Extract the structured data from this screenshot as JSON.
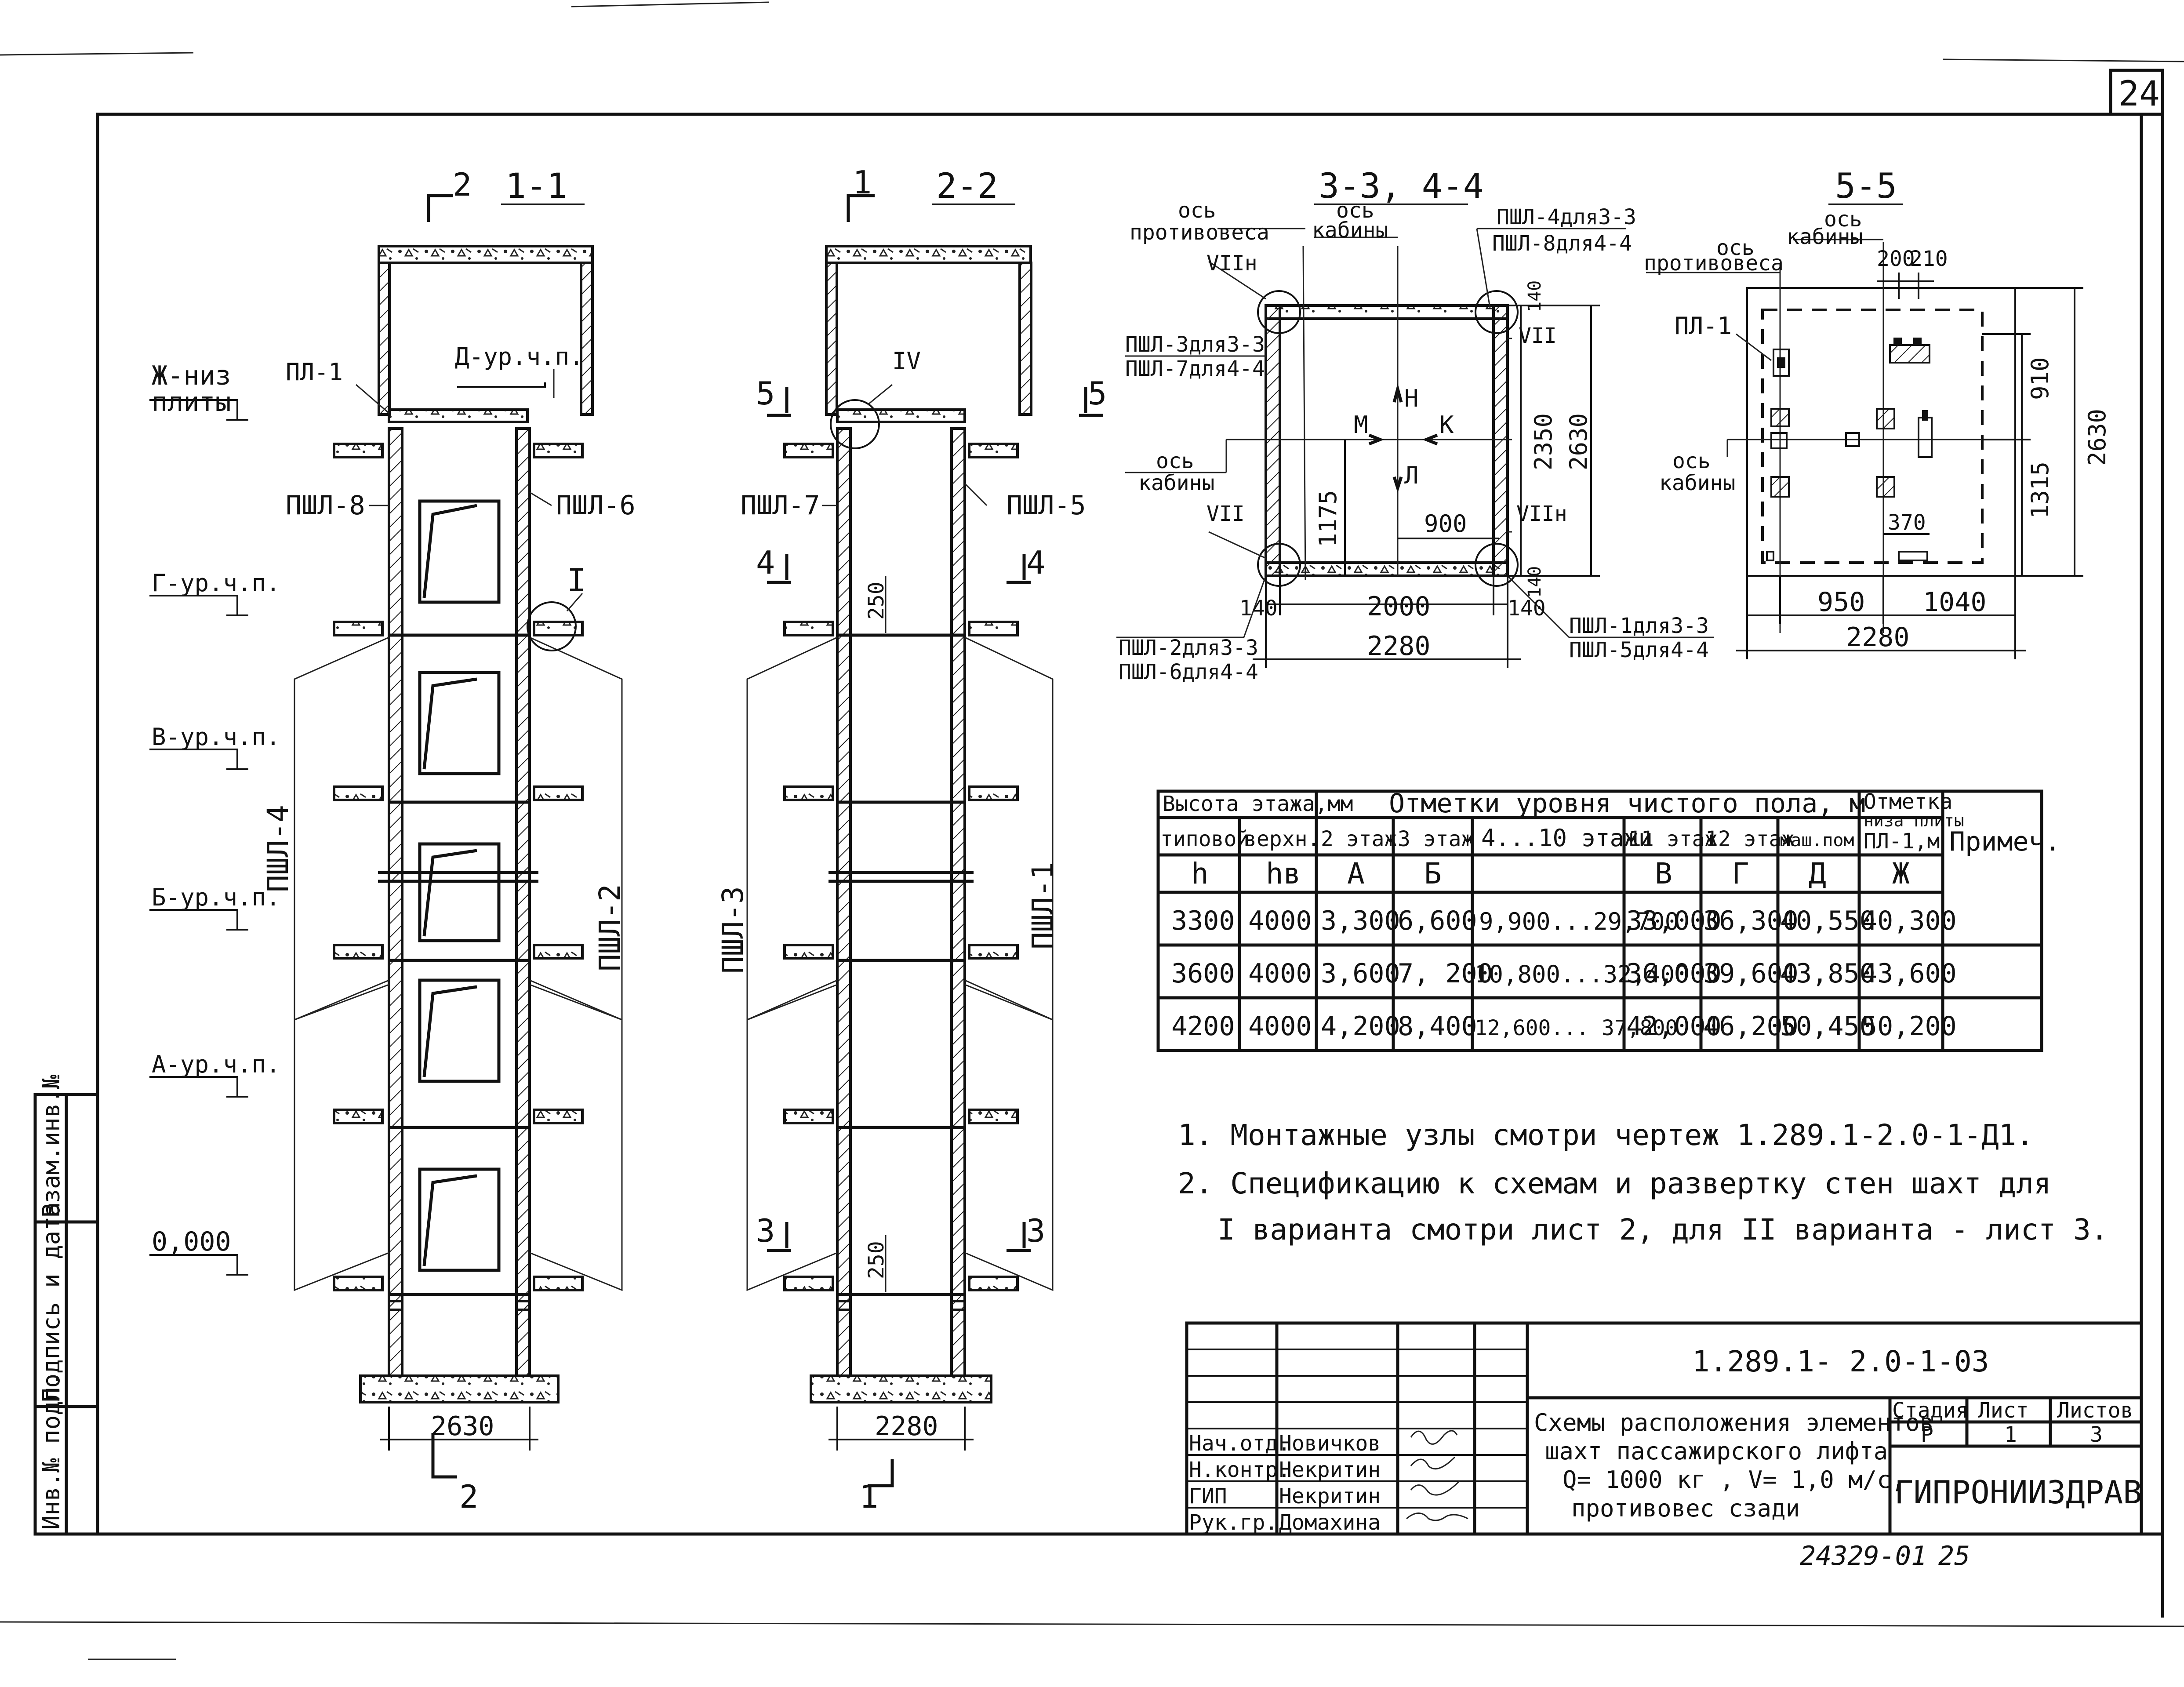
{
  "sheet_number": "24",
  "archive_number": "24329-01",
  "archive_page": "25",
  "section_titles": {
    "s11": "1-1",
    "s22": "2-2",
    "s33": "3-3, 4-4",
    "s55": "5-5"
  },
  "cut_marks": {
    "m2": "2",
    "m1": "1",
    "m5": "5",
    "m4": "4",
    "m3": "3"
  },
  "levels": [
    "Ж-низ",
    "плиты",
    "Д-ур.ч.п.",
    "Г-ур.ч.п.",
    "В-ур.ч.п.",
    "Б-ур.ч.п.",
    "А-ур.ч.п.",
    "0,000"
  ],
  "elements": {
    "pl1": "ПЛ-1",
    "pshl8": "ПШЛ-8",
    "pshl6": "ПШЛ-6",
    "pshl7": "ПШЛ-7",
    "pshl5": "ПШЛ-5",
    "pshl4": "ПШЛ-4",
    "pshl2": "ПШЛ-2",
    "pshl3": "ПШЛ-3",
    "pshl1": "ПШЛ-1",
    "node1": "I",
    "node4": "IV"
  },
  "dims": {
    "w2630": "2630",
    "w2280": "2280",
    "d250": "250",
    "d2000": "2000",
    "d140": "140",
    "d140b": "140",
    "d2350": "2350",
    "d2630": "2630",
    "d1175": "1175",
    "d900": "900",
    "d140c": "140",
    "d140d": "140",
    "d200": "200",
    "d210": "210",
    "d910": "910",
    "d1315": "1315",
    "d370": "370",
    "d950": "950",
    "d1040": "1040",
    "d2280b": "2280",
    "d2630b": "2630"
  },
  "plan_labels": {
    "os_protiv": "ось",
    "protivovesa": "противовеса",
    "os_kab": "ось",
    "kabiny": "кабины",
    "os_kab2": "ось",
    "kabiny2": "кабины",
    "pshl4_33": "ПШЛ-4для3-3",
    "pshl8_44": "ПШЛ-8для4-4",
    "pshl3_33": "ПШЛ-3для3-3",
    "pshl7_44": "ПШЛ-7для4-4",
    "pshl2_33": "ПШЛ-2для3-3",
    "pshl6_44": "ПШЛ-6для4-4",
    "pshl1_33": "ПШЛ-1для3-3",
    "pshl5_44": "ПШЛ-5для4-4",
    "node7n": "VIIн",
    "node7": "VII",
    "node7b": "VII",
    "node7n2": "VIIн",
    "M": "М",
    "K": "К",
    "N": "Н",
    "L": "Л"
  },
  "plan55_labels": {
    "os1": "ось",
    "kab1": "кабины",
    "os2": "ось",
    "protiv": "противовеса",
    "pl1": "ПЛ-1",
    "os3": "ось",
    "kab3": "кабины"
  },
  "table": {
    "h1": "Высота этажа,мм",
    "h2": "Отметки уровня чистого пола, м",
    "h3a": "Отметка",
    "h3b": "низа плиты",
    "h4": "Примеч.",
    "sub": [
      "типовой",
      "верхн.",
      "2 этаж",
      "3 этаж",
      "4...10 этажи",
      "11 этаж",
      "12 этаж",
      "маш.пом.",
      "ПЛ-1,м"
    ],
    "sym": [
      "h",
      "hв",
      "А",
      "Б",
      "",
      "В",
      "Г",
      "Д",
      "Ж"
    ],
    "rows": [
      [
        "3300",
        "4000",
        "3,300",
        "6,600",
        "9,900...29,700",
        "33,000",
        "36,300",
        "40,550",
        "40,300"
      ],
      [
        "3600",
        "4000",
        "3,600",
        "7, 200",
        "10,800...32,400",
        "36,000",
        "39,600",
        "43,850",
        "43,600"
      ],
      [
        "4200",
        "4000",
        "4,200",
        "8,400",
        "12,600... 37,800",
        "42,000",
        "46,200",
        "50,450",
        "50,200"
      ]
    ]
  },
  "notes": [
    "1. Монтажные узлы смотри чертеж 1.289.1-2.0-1-Д1.",
    "2. Спецификацию к схемам и развертку стен шахт для",
    "I варианта смотри лист 2, для II варианта - лист 3."
  ],
  "stamp": {
    "code": "1.289.1- 2.0-1-03",
    "title": [
      "Схемы расположения элементов",
      "шахт пассажирского лифта",
      "Q= 1000 кг , V= 1,0 м/с,",
      "противовес сзади"
    ],
    "stadiya_h": "Стадия",
    "list_h": "Лист",
    "listov_h": "Листов",
    "stadiya": "Р",
    "list": "1",
    "listov": "3",
    "org": "ГИПРОНИИЗДРАВ",
    "roles": [
      "Нач.отд.",
      "Н.контр.",
      "ГИП",
      "Рук.гр."
    ],
    "names": [
      "Новичков",
      "Некритин",
      "Некритин",
      "Домахина"
    ]
  },
  "side_stamp": [
    "Инв.№ подл.",
    "Подпись и дата",
    "Взам.инв.№"
  ]
}
